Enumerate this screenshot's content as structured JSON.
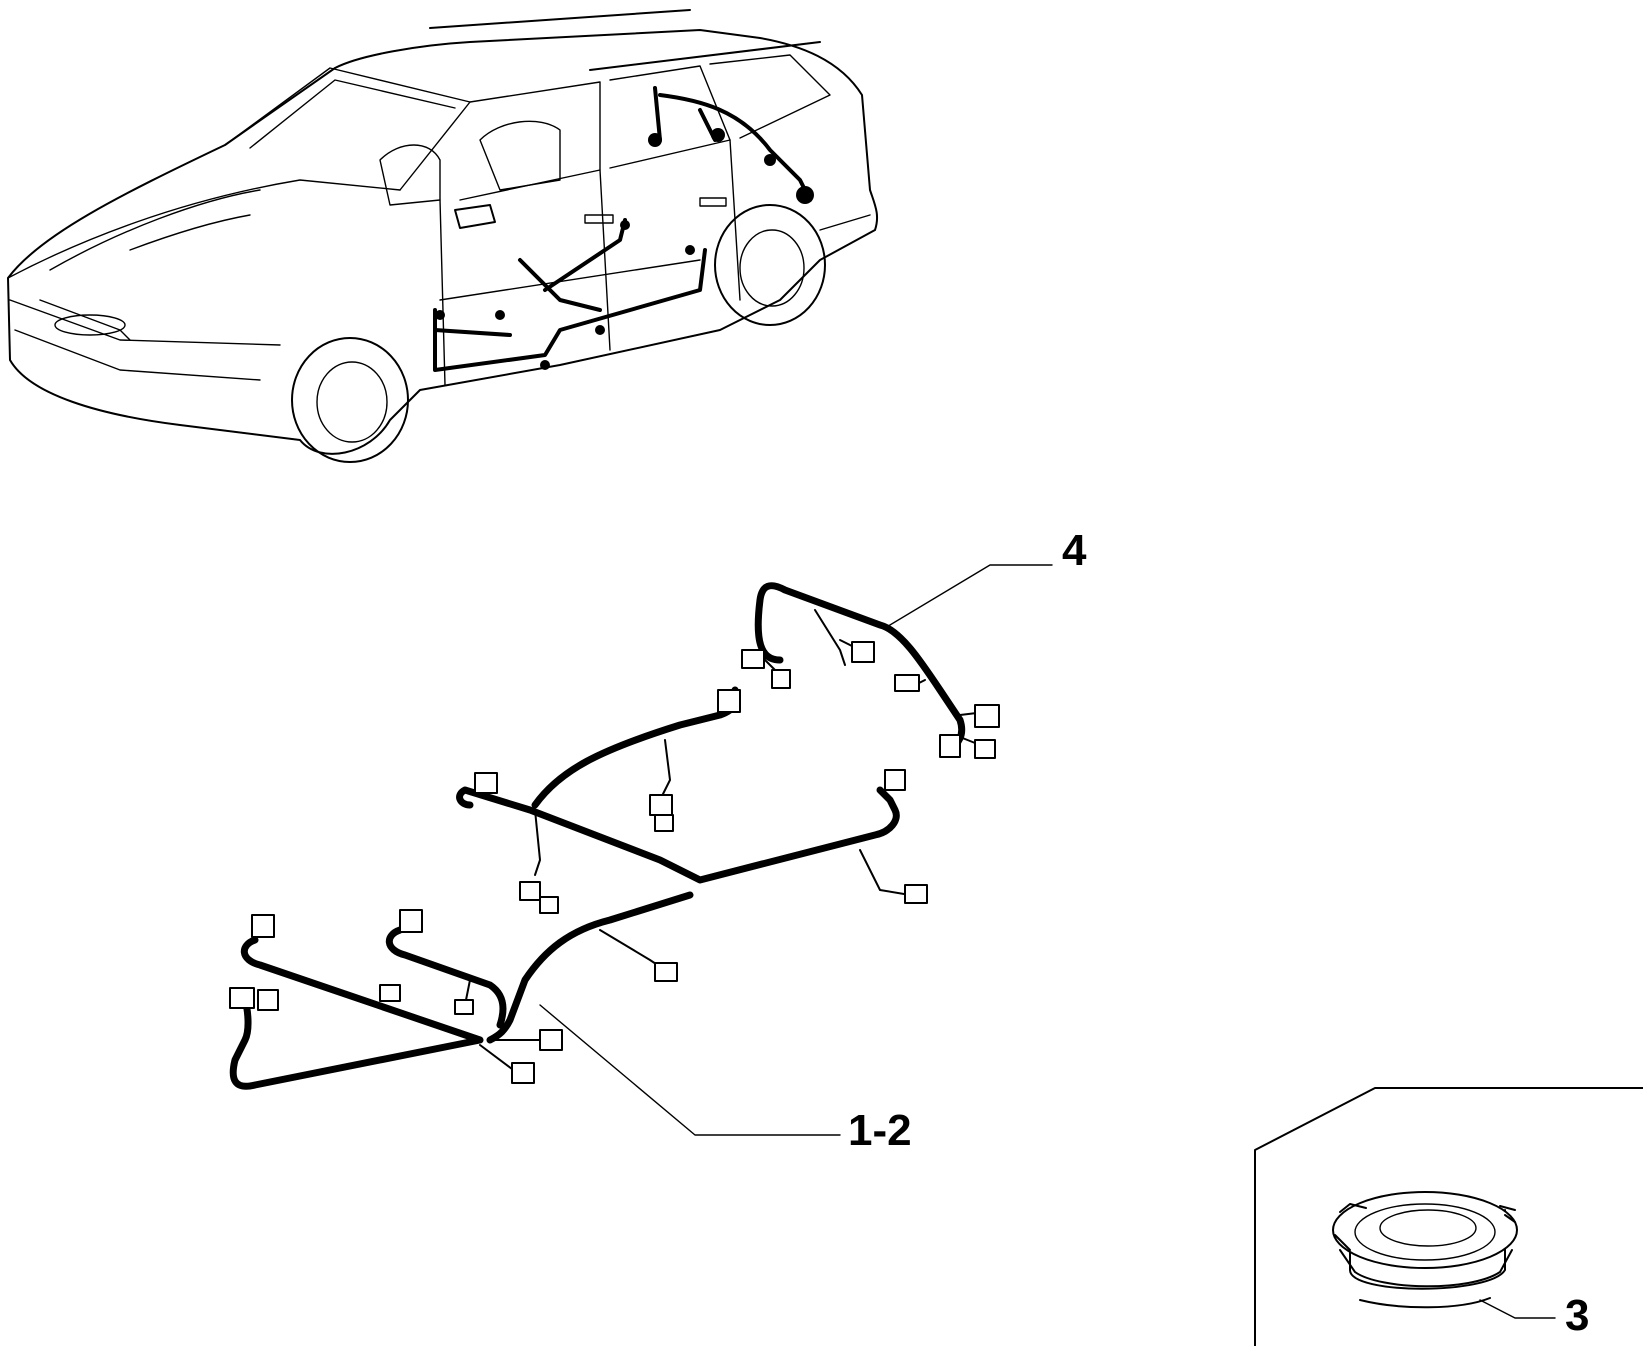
{
  "callouts": {
    "part_4": "4",
    "part_1_2": "1-2",
    "part_3": "3"
  },
  "colors": {
    "line": "#000000",
    "background": "#ffffff"
  }
}
